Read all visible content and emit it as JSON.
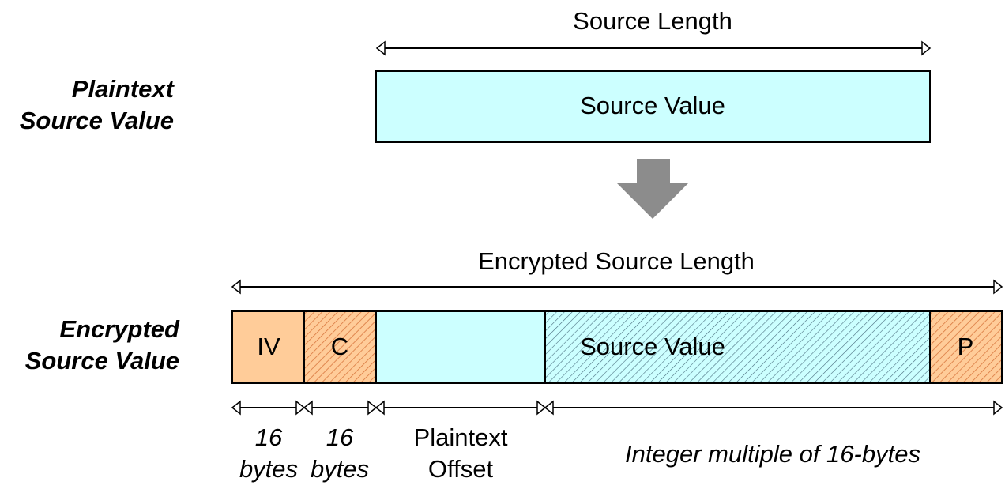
{
  "top": {
    "side_label_line1": "Plaintext",
    "side_label_line2": "Source Value",
    "length_label": "Source Length",
    "box_label": "Source Value"
  },
  "bottom": {
    "side_label_line1": "Encrypted",
    "side_label_line2": "Source Value",
    "length_label": "Encrypted Source Length",
    "segments": {
      "iv": "IV",
      "c": "C",
      "source": "Source Value",
      "p": "P"
    },
    "dimensions": {
      "iv_line1": "16",
      "iv_line2": "bytes",
      "c_line1": "16",
      "c_line2": "bytes",
      "offset_line1": "Plaintext",
      "offset_line2": "Offset",
      "multiple": "Integer multiple of 16-bytes"
    }
  },
  "colors": {
    "plaintext_fill": "#ccffff",
    "iv_fill": "#ffcc99",
    "hatch_stroke_orange": "#d9783f",
    "hatch_stroke_blue": "#4a6f80",
    "arrow_fill": "#8c8c8c"
  },
  "icons": {
    "transform_arrow": "down-arrow-icon"
  }
}
